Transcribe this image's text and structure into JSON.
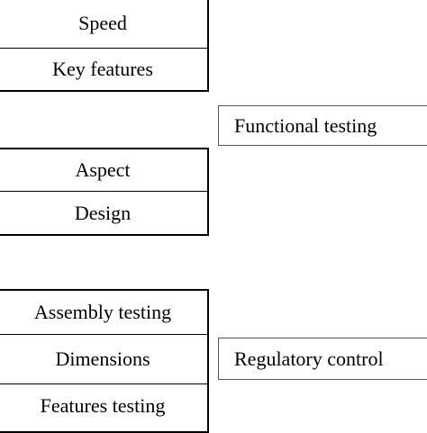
{
  "groups": [
    {
      "items": [
        "Speed",
        "Key features"
      ]
    },
    {
      "items": [
        "Aspect",
        "Design"
      ]
    },
    {
      "items": [
        "Assembly testing",
        "Dimensions",
        "Features  testing"
      ]
    }
  ],
  "side_boxes": {
    "functional_testing": "Functional testing",
    "regulatory_control": "Regulatory control"
  }
}
